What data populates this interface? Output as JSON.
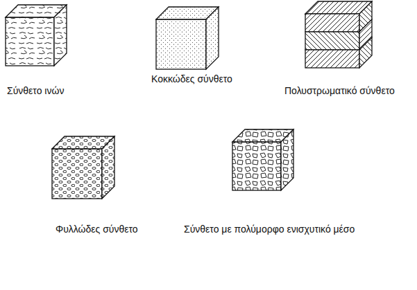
{
  "diagram": {
    "labels": [
      "Σύνθετο ινών",
      "Κοκκώδες σύνθετο",
      "Πολυστρωματικό σύνθετο",
      "Φυλλώδες σύνθετο",
      "Σύνθετο με πολύμορφο ενισχυτικό μέσο"
    ]
  }
}
